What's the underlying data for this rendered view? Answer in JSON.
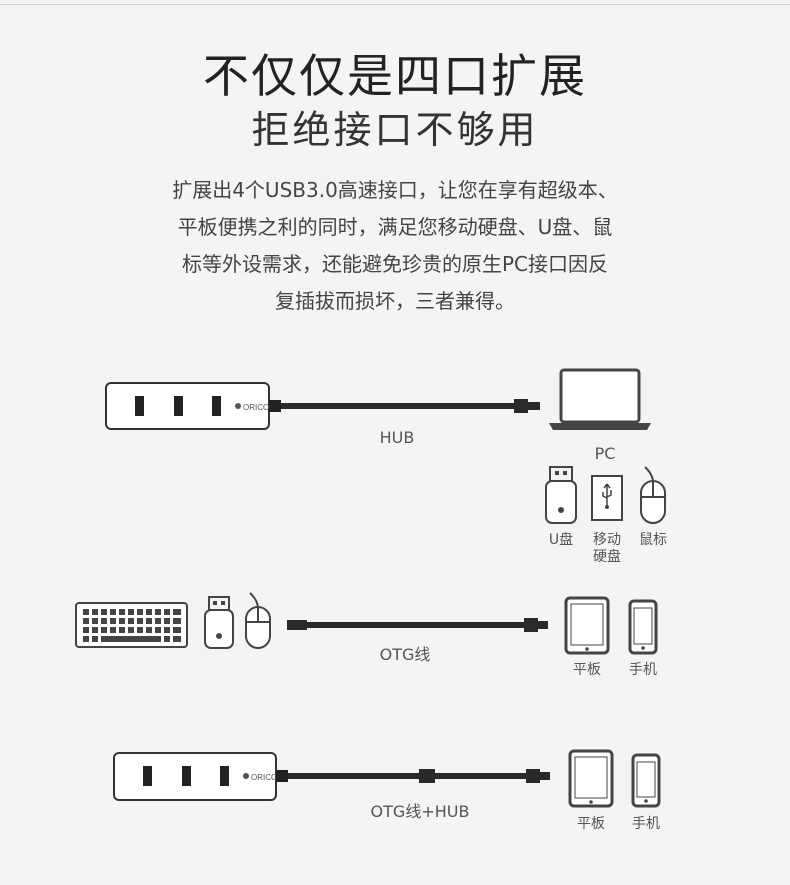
{
  "heading": {
    "title": "不仅仅是四口扩展",
    "subtitle": "拒绝接口不够用"
  },
  "description": {
    "lines": [
      "扩展出4个USB3.0高速接口，让您在享有超级本、",
      "平板便携之利的同时，满足您移动硬盘、U盘、鼠",
      "标等外设需求，还能避免珍贵的原生PC接口因反",
      "复插拔而损坏，三者兼得。"
    ]
  },
  "diagram1": {
    "cable_label": "HUB",
    "target_label": "PC",
    "peripherals": [
      "U盘",
      "移动",
      "硬盘",
      "鼠标"
    ]
  },
  "diagram2": {
    "cable_label": "OTG线",
    "targets": [
      "平板",
      "手机"
    ]
  },
  "diagram3": {
    "cable_label": "OTG线+HUB",
    "targets": [
      "平板",
      "手机"
    ]
  },
  "icons": [
    "usb-hub-icon",
    "laptop-icon",
    "usb-drive-icon",
    "hard-drive-icon",
    "mouse-icon",
    "keyboard-icon",
    "tablet-icon",
    "phone-icon"
  ],
  "colors": {
    "stroke": "#333333",
    "cable": "#2a2a2a",
    "background": "#f4f4f4"
  }
}
